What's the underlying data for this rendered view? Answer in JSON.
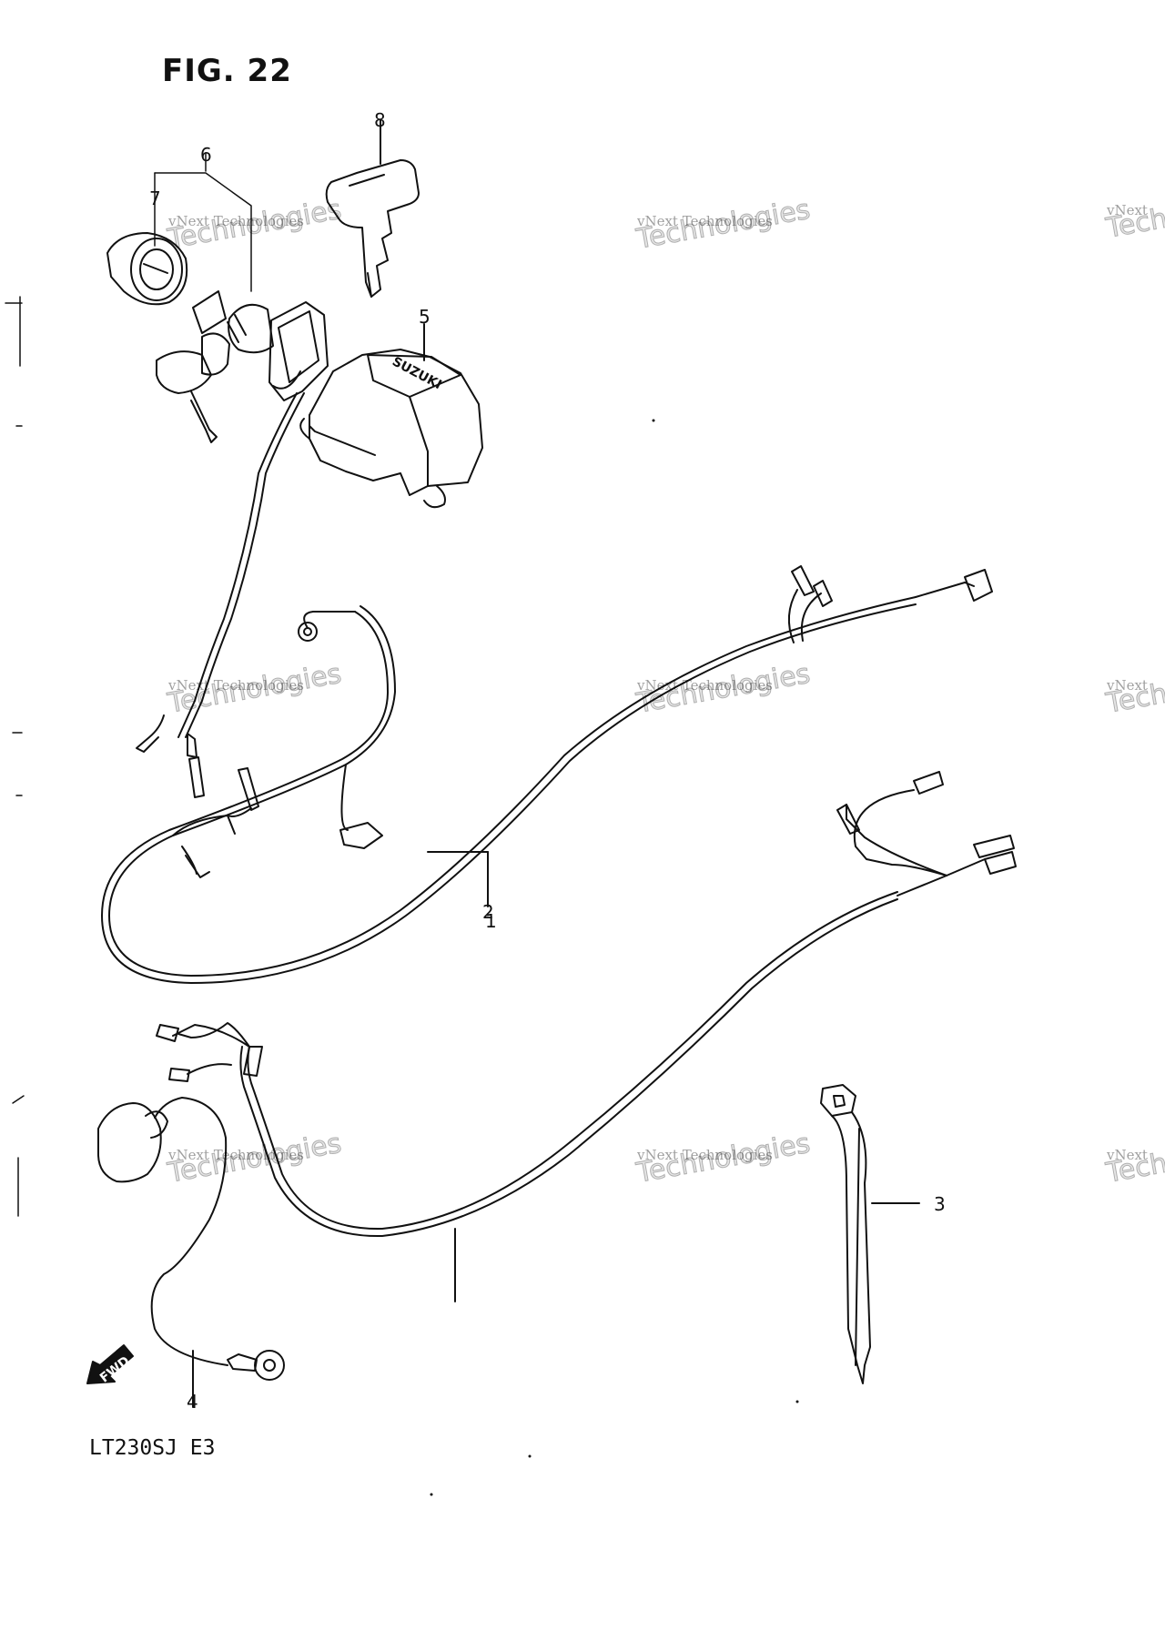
{
  "figure": {
    "title": "FIG. 22",
    "model_code": "LT230SJ  E3"
  },
  "direction_arrow": {
    "label": "FWD"
  },
  "callouts": [
    {
      "id": "1",
      "label": "1"
    },
    {
      "id": "2",
      "label": "2"
    },
    {
      "id": "3",
      "label": "3"
    },
    {
      "id": "4",
      "label": "4"
    },
    {
      "id": "5",
      "label": "5"
    },
    {
      "id": "6",
      "label": "6"
    },
    {
      "id": "7",
      "label": "7"
    },
    {
      "id": "8",
      "label": "8"
    }
  ],
  "housing_brand": "SUZUKI",
  "watermark": {
    "small": "vNext Technologies",
    "large": "Technologies",
    "cut": "vNext",
    "cut_large": "Techn"
  }
}
